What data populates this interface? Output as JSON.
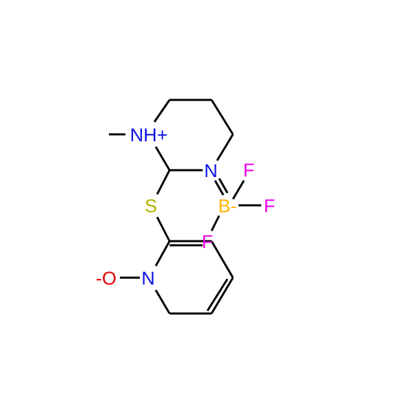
{
  "structure": {
    "atoms": {
      "methyl_nh": {
        "label": "NH+",
        "color": "#0c12e6"
      },
      "ring_n": {
        "label": "N",
        "color": "#0c12e6"
      },
      "sulfur": {
        "label": "S",
        "color": "#b3b300"
      },
      "boron": {
        "label": "B-",
        "color": "#ffb300"
      },
      "f_top": {
        "label": "F",
        "color": "#e800e8"
      },
      "f_right": {
        "label": "F",
        "color": "#e800e8"
      },
      "f_left": {
        "label": "F",
        "color": "#e800e8"
      },
      "oxide_o": {
        "label": "-O",
        "color": "#e60000"
      },
      "pyridine_n": {
        "label": "N",
        "color": "#0c12e6"
      }
    },
    "bond_color": "#000000"
  }
}
